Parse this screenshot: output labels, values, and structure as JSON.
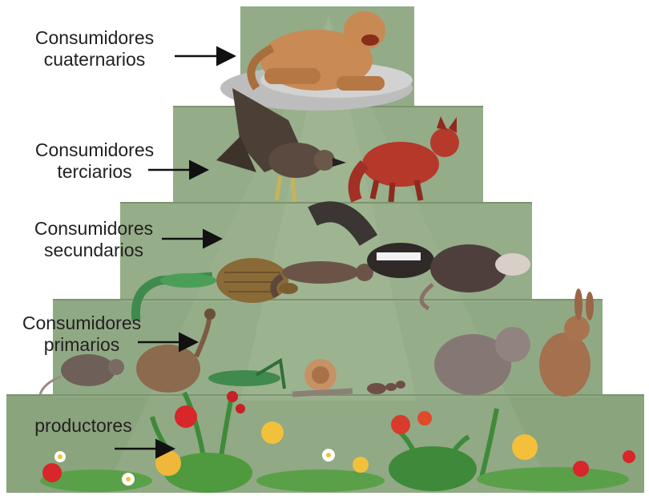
{
  "colors": {
    "tier": "#8fa883",
    "tier_light": "#a6bc98",
    "tier_shadow": "#7a9470",
    "text": "#231f20"
  },
  "levels": [
    {
      "key": "cuaternarios",
      "lines": [
        "Consumidores",
        "cuaternarios"
      ],
      "animals": [
        "puma"
      ]
    },
    {
      "key": "terciarios",
      "lines": [
        "Consumidores",
        "terciarios"
      ],
      "animals": [
        "eagle",
        "fox"
      ]
    },
    {
      "key": "secundarios",
      "lines": [
        "Consumidores",
        "secundarios"
      ],
      "animals": [
        "lizard",
        "armadillo",
        "weasel",
        "skunk",
        "opossum"
      ]
    },
    {
      "key": "primarios",
      "lines": [
        "Consumidores",
        "primarios"
      ],
      "animals": [
        "mouse",
        "bird",
        "grasshopper",
        "snail",
        "ant",
        "chinchilla",
        "rabbit"
      ]
    },
    {
      "key": "productores",
      "lines": [
        "productores"
      ],
      "animals": [
        "flowers",
        "grass"
      ]
    }
  ]
}
